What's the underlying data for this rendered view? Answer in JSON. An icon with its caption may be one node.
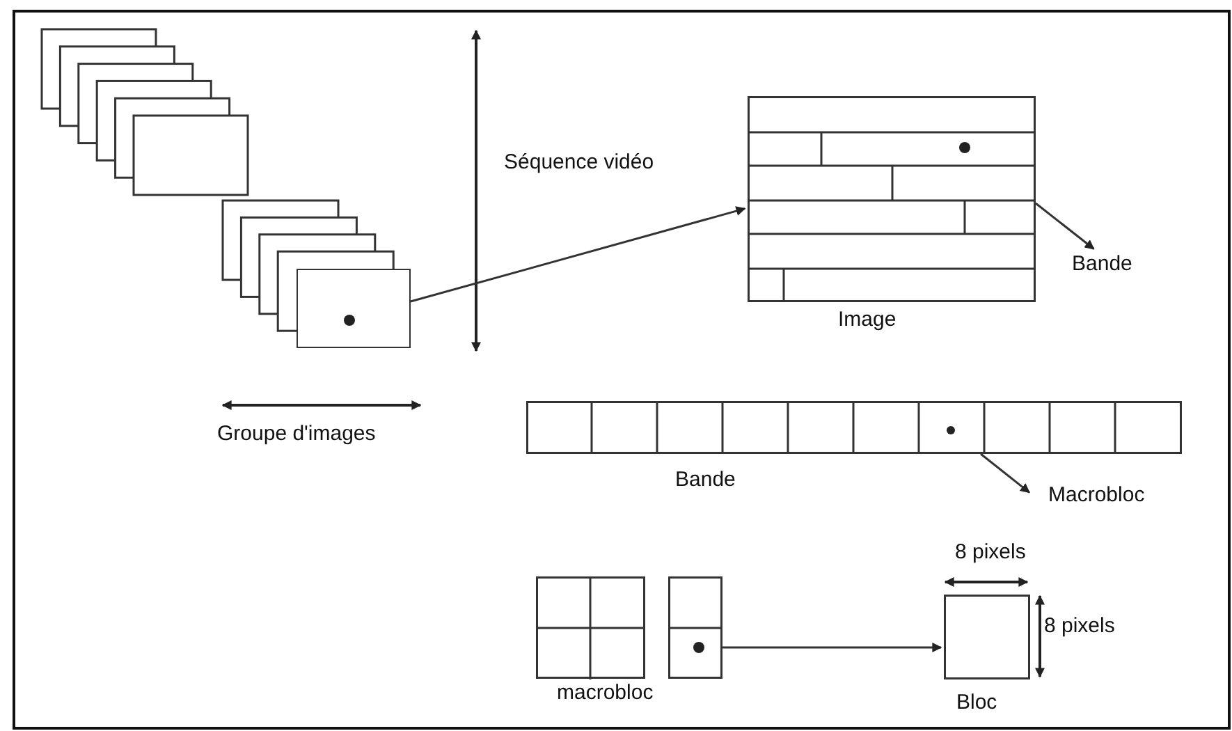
{
  "diagram": {
    "nodes": [
      {
        "text": [],
        "shape": "box"
      },
      {
        "text": [
          "Image"
        ]
      },
      {
        "text": [
          "Bande"
        ]
      },
      {
        "text": [
          "Bande"
        ]
      },
      {
        "text": [
          "Macrobloc"
        ]
      },
      {
        "text": [
          "macrobloc"
        ]
      },
      {
        "text": [
          "Bloc"
        ]
      }
    ],
    "edges": [
      {
        "from": 0,
        "to": 1,
        "arrow": "to"
      },
      {
        "from": 1,
        "to": 2,
        "arrow": "to"
      },
      {
        "from": 3,
        "to": 4,
        "arrow": "to"
      },
      {
        "from": 5,
        "to": 6,
        "arrow": "to"
      }
    ],
    "labels": [
      "Séquence vidéo",
      "Groupe d'images",
      "8 pixels",
      "8 pixels"
    ]
  }
}
